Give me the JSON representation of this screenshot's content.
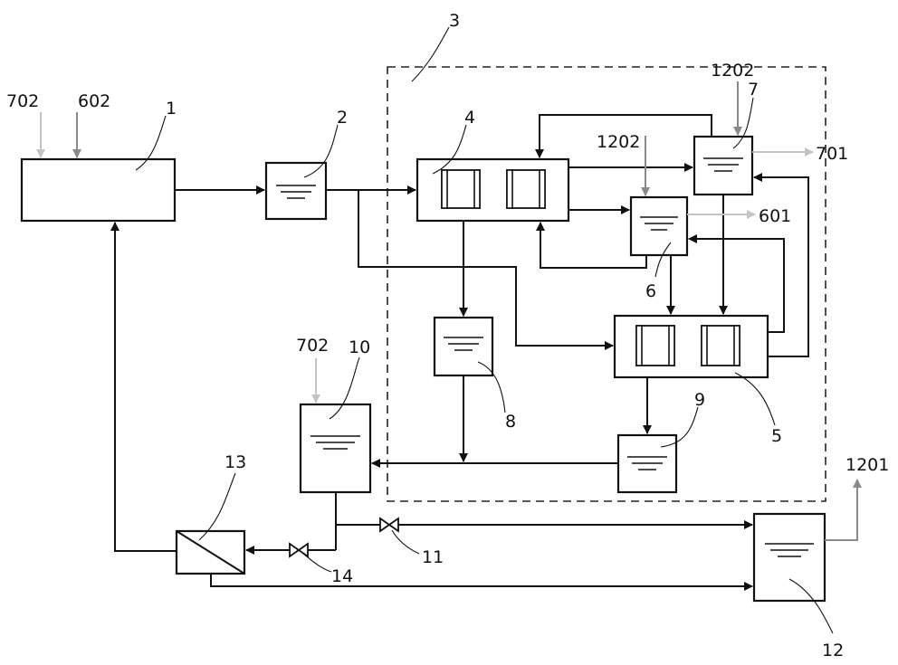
{
  "labels": {
    "n1": "1",
    "n2": "2",
    "n3": "3",
    "n4": "4",
    "n5": "5",
    "n6": "6",
    "n7": "7",
    "n8": "8",
    "n9": "9",
    "n10": "10",
    "n11": "11",
    "n12": "12",
    "n13": "13",
    "n14": "14"
  },
  "streams": {
    "s702_left": "702",
    "s602": "602",
    "s1202_top": "1202",
    "s1202_mid": "1202",
    "s701": "701",
    "s601": "601",
    "s702_tank10": "702",
    "s1201": "1201"
  },
  "colors": {
    "line": "#111111",
    "stream_dark_grey": "#8a8a8a",
    "stream_light_grey": "#c4c4c4"
  }
}
